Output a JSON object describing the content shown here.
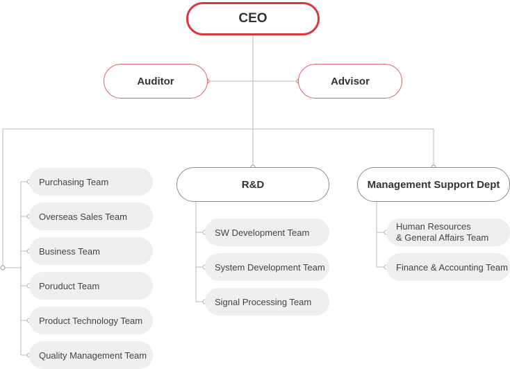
{
  "chart": {
    "ceo": "CEO",
    "auditor": "Auditor",
    "advisor": "Advisor",
    "departments": {
      "rnd": {
        "label": "R&D",
        "teams": [
          "SW Development Team",
          "System Development Team",
          "Signal Processing Team"
        ]
      },
      "management": {
        "label": "Management Support Dept",
        "teams": [
          "Human Resources\n& General Affairs Team",
          "Finance & Accounting Team"
        ]
      }
    },
    "direct_teams": [
      "Purchasing Team",
      "Overseas Sales Team",
      "Business Team",
      "Poruduct Team",
      "Product Technology Team",
      "Quality Management Team"
    ]
  },
  "colors": {
    "accent_red": "#d9363e",
    "line_gray": "#b5b5b5",
    "team_bg": "#efefef"
  }
}
